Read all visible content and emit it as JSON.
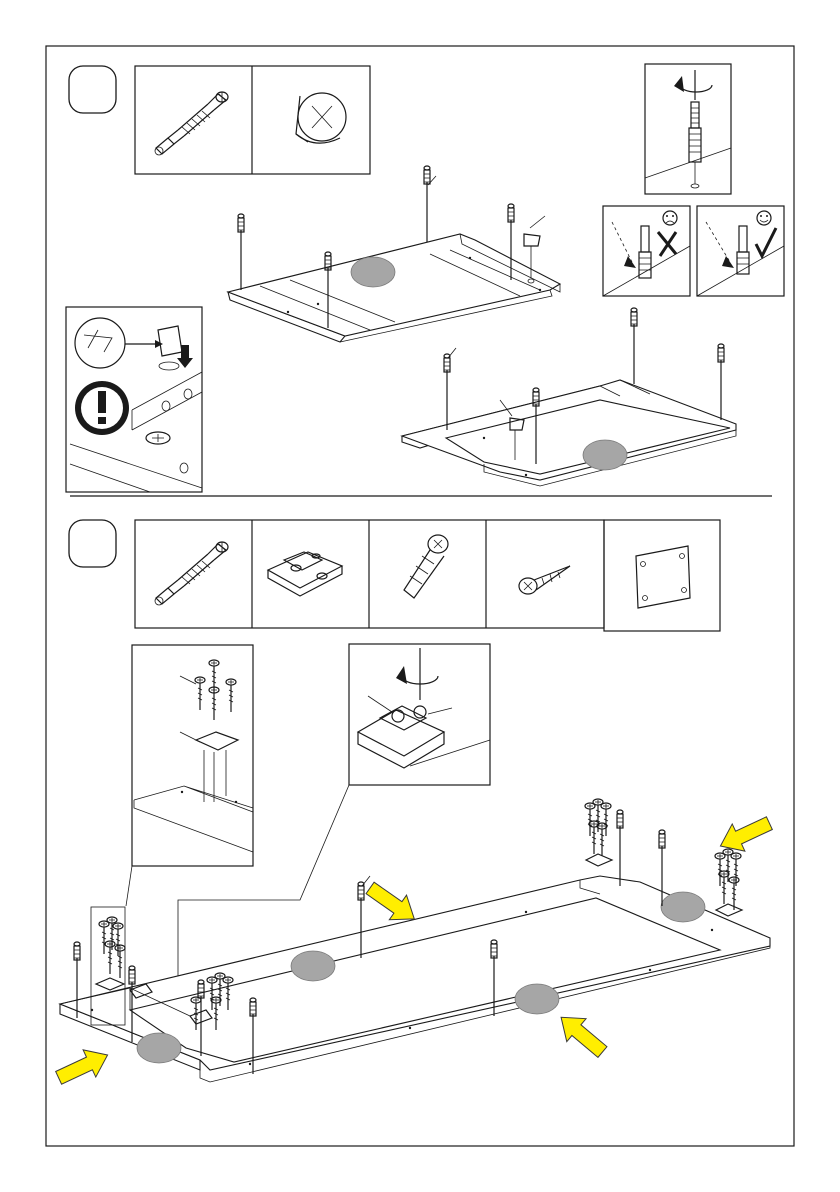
{
  "steps": [
    {
      "label": "",
      "parts": [
        "cam-bolt",
        "cam-lock"
      ]
    },
    {
      "label": "",
      "parts": [
        "cam-bolt",
        "hinge-mounting-plate",
        "plastic-dowel",
        "wood-screw",
        "corner-plate"
      ]
    }
  ],
  "warnings": {
    "wrong_icon": "sad-face",
    "right_icon": "smiley-face"
  },
  "colors": {
    "highlight_arrow": "#ffee00",
    "grey_marker": "#a6a6a6",
    "line": "#1a1a1a"
  }
}
